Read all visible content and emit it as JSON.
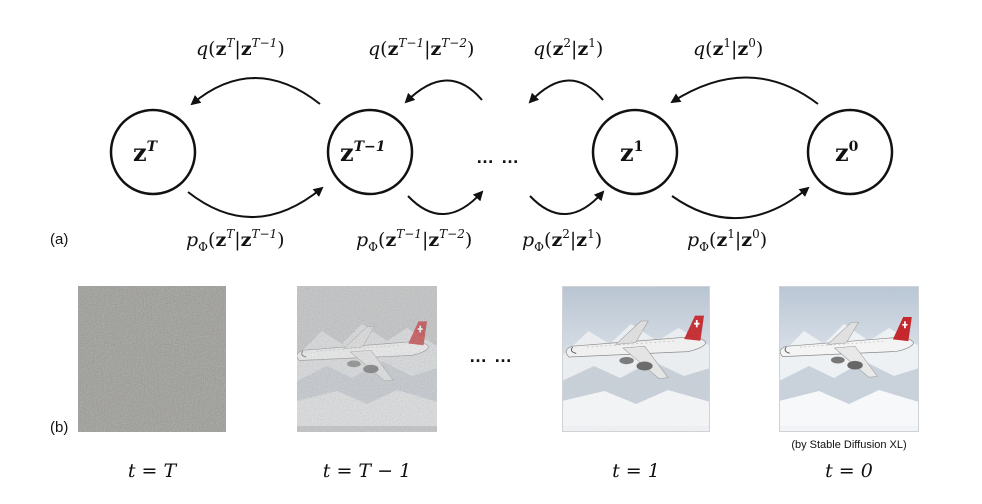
{
  "panel_a": {
    "label": "(a)",
    "nodes": [
      {
        "base": "z",
        "sup": "T"
      },
      {
        "base": "z",
        "sup": "T−1"
      },
      {
        "base": "z",
        "sup": "1"
      },
      {
        "base": "z",
        "sup": "0"
      }
    ],
    "ellipsis": "… …",
    "forward": [
      {
        "fn": "q",
        "a": "z",
        "as": "T",
        "b": "z",
        "bs": "T−1"
      },
      {
        "fn": "q",
        "a": "z",
        "as": "T−1",
        "b": "z",
        "bs": "T−2"
      },
      {
        "fn": "q",
        "a": "z",
        "as": "2",
        "b": "z",
        "bs": "1"
      },
      {
        "fn": "q",
        "a": "z",
        "as": "1",
        "b": "z",
        "bs": "0"
      }
    ],
    "reverse": [
      {
        "fn": "p",
        "sub": "Φ",
        "a": "z",
        "as": "T",
        "b": "z",
        "bs": "T−1"
      },
      {
        "fn": "p",
        "sub": "Φ",
        "a": "z",
        "as": "T−1",
        "b": "z",
        "bs": "T−2"
      },
      {
        "fn": "p",
        "sub": "Φ",
        "a": "z",
        "as": "2",
        "b": "z",
        "bs": "1"
      },
      {
        "fn": "p",
        "sub": "Φ",
        "a": "z",
        "as": "1",
        "b": "z",
        "bs": "0"
      }
    ]
  },
  "panel_b": {
    "label": "(b)",
    "ellipsis": "… …",
    "note": "(by Stable Diffusion XL)",
    "timesteps": [
      "t = T",
      "t = T − 1",
      "t = 1",
      "t = 0"
    ]
  },
  "colors": {
    "ink": "#111111",
    "noise": "#9a9a95",
    "sky": "#aebccb",
    "cloud": "#e6e9ee"
  }
}
